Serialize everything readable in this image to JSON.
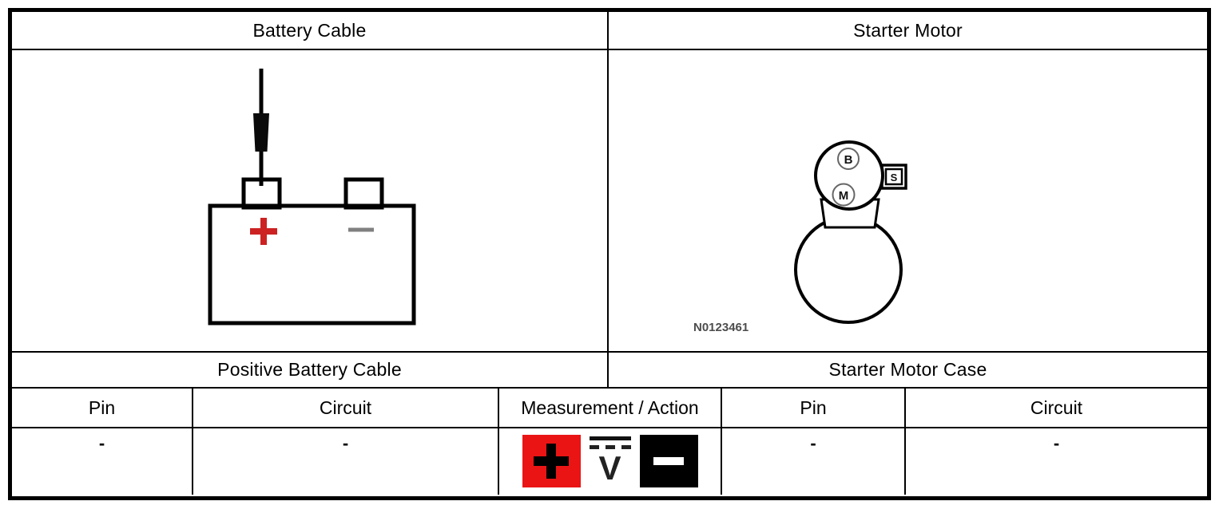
{
  "panels": {
    "left": {
      "title": "Battery Cable",
      "subtitle": "Positive Battery Cable",
      "battery": {
        "positive_symbol": "+",
        "negative_symbol": "-"
      }
    },
    "right": {
      "title": "Starter Motor",
      "subtitle": "Starter Motor Case",
      "figure_id": "N0123461",
      "terminals": {
        "b": "B",
        "m": "M",
        "s": "S"
      }
    }
  },
  "table": {
    "columns": [
      "Pin",
      "Circuit",
      "Measurement / Action",
      "Pin",
      "Circuit"
    ],
    "values": {
      "pin_left": "-",
      "circuit_left": "-",
      "pin_right": "-",
      "circuit_right": "-"
    },
    "measurement": {
      "meter_letter": "V"
    }
  },
  "colors": {
    "probe_positive_red": "#ea1414",
    "probe_negative_black": "#000000",
    "battery_plus_red": "#cc2222",
    "battery_minus_gray": "#808080",
    "border_black": "#000000"
  }
}
